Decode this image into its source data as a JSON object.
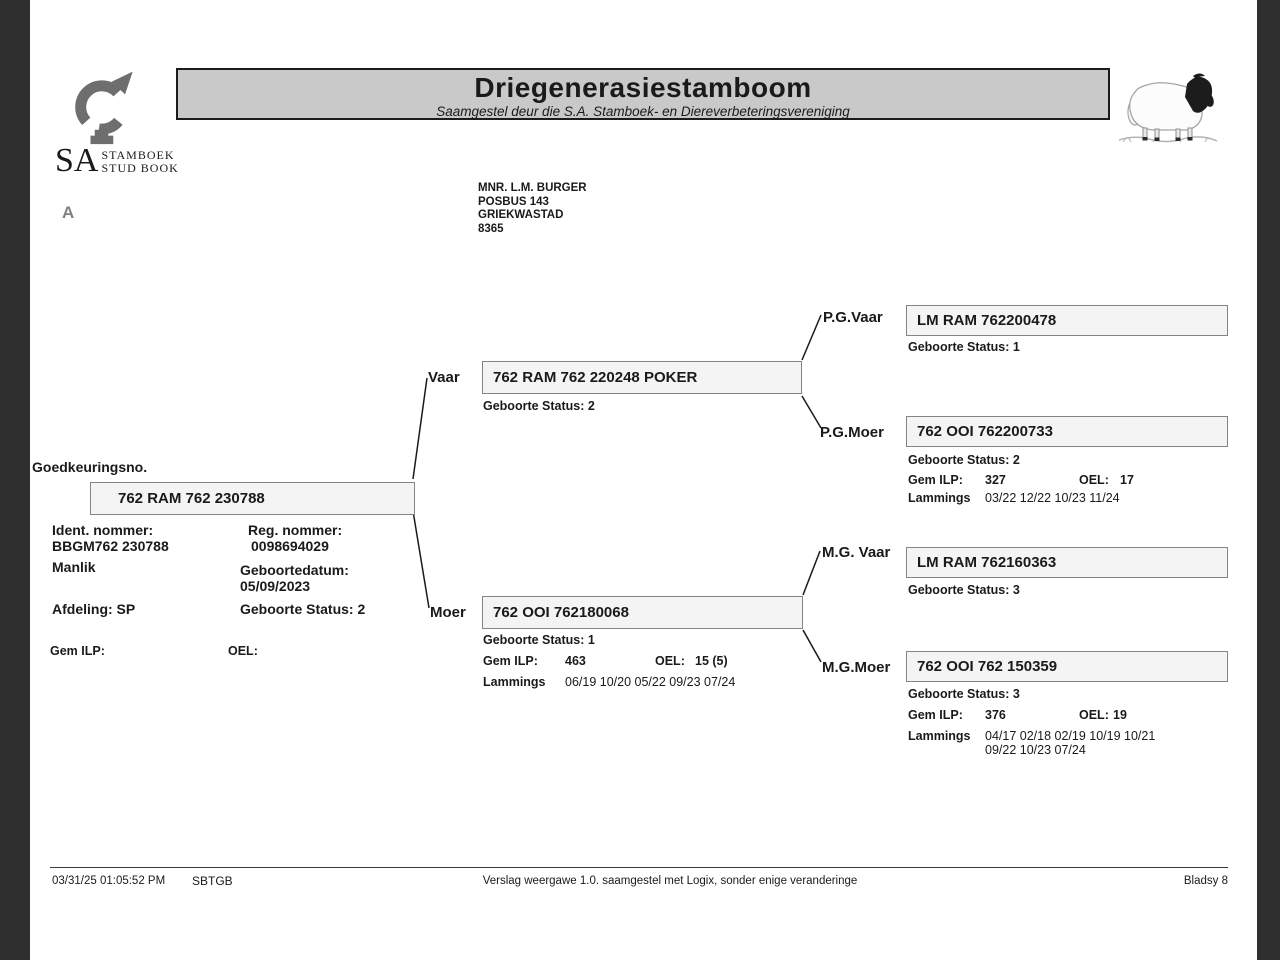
{
  "header": {
    "title": "Driegenerasiestamboom",
    "subtitle": "Saamgestel deur die S.A. Stamboek- en Diereverbeteringsvereniging"
  },
  "logo": {
    "sa": "SA",
    "line1": "STAMBOEK",
    "line2": "STUD BOOK",
    "marker": "A"
  },
  "recipient": {
    "lines": [
      "MNR. L.M. BURGER",
      "POSBUS 143",
      "GRIEKWASTAD",
      "8365"
    ]
  },
  "subject": {
    "approval_label": "Goedkeuringsno.",
    "id": "762 RAM 762 230788",
    "ident_label": "Ident. nommer:",
    "ident_value": "BBGM762 230788",
    "reg_label": "Reg. nommer:",
    "reg_value": "0098694029",
    "sex": "Manlik",
    "birthdate_label": "Geboortedatum:",
    "birthdate_value": "05/09/2023",
    "division": "Afdeling: SP",
    "birth_status": "Geboorte Status: 2",
    "gem_ilp_label": "Gem ILP:",
    "oel_label": "OEL:"
  },
  "pedigree": {
    "vaar": {
      "label": "Vaar",
      "id": "762 RAM 762 220248 POKER",
      "birth_status": "Geboorte Status: 2"
    },
    "moer": {
      "label": "Moer",
      "id": "762 OOI 762180068",
      "birth_status": "Geboorte Status: 1",
      "gem_ilp_label": "Gem ILP:",
      "gem_ilp": "463",
      "oel_label": "OEL:",
      "oel": "15 (5)",
      "lammings_label": "Lammings",
      "lammings": "06/19 10/20 05/22 09/23 07/24"
    },
    "pg_vaar": {
      "label": "P.G.Vaar",
      "id": "LM RAM 762200478",
      "birth_status": "Geboorte Status: 1"
    },
    "pg_moer": {
      "label": "P.G.Moer",
      "id": "762 OOI 762200733",
      "birth_status": "Geboorte Status: 2",
      "gem_ilp_label": "Gem ILP:",
      "gem_ilp": "327",
      "oel_label": "OEL:",
      "oel": "17",
      "lammings_label": "Lammings",
      "lammings": "03/22 12/22 10/23 11/24"
    },
    "mg_vaar": {
      "label": "M.G. Vaar",
      "id": "LM RAM 762160363",
      "birth_status": "Geboorte Status: 3"
    },
    "mg_moer": {
      "label": "M.G.Moer",
      "id": "762 OOI 762 150359",
      "birth_status": "Geboorte Status: 3",
      "gem_ilp_label": "Gem ILP:",
      "gem_ilp": "376",
      "oel_label": "OEL:",
      "oel": "19",
      "lammings_label": "Lammings",
      "lammings": "04/17 02/18 02/19 10/19 10/21 09/22 10/23 07/24"
    }
  },
  "footer": {
    "timestamp": "03/31/25 01:05:52 PM",
    "code": "SBTGB",
    "note": "Verslag weergawe 1.0. saamgestel met Logix, sonder enige veranderinge",
    "page": "Bladsy 8"
  },
  "colors": {
    "header_fill": "#c9c9c9",
    "box_fill": "#f4f4f4",
    "box_border": "#848484",
    "frame": "#2f2f2f"
  }
}
